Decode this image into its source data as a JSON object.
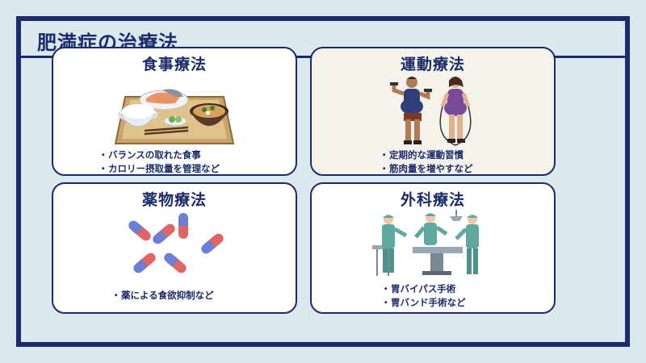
{
  "title": "肥満症の治療法",
  "cards": [
    {
      "title": "食事療法",
      "illustration": "meal-tray-icon",
      "bullets": [
        "バランスの取れた食事",
        "カロリー摂取量を管理など"
      ]
    },
    {
      "title": "運動療法",
      "illustration": "exercising-people-icon",
      "bullets": [
        "定期的な運動習慣",
        "筋肉量を増やすなど"
      ]
    },
    {
      "title": "薬物療法",
      "illustration": "capsules-icon",
      "bullets": [
        "薬による食欲抑制など"
      ]
    },
    {
      "title": "外科療法",
      "illustration": "surgeons-icon",
      "bullets": [
        "胃バイパス手術",
        "胃バンド手術など"
      ]
    }
  ],
  "bullet_marker": "・",
  "colors": {
    "background": "#dbe8ee",
    "navy": "#1b2b6b",
    "card": "#ffffff",
    "capsule_red": "#e06666",
    "capsule_blue": "#6b7fd6"
  }
}
